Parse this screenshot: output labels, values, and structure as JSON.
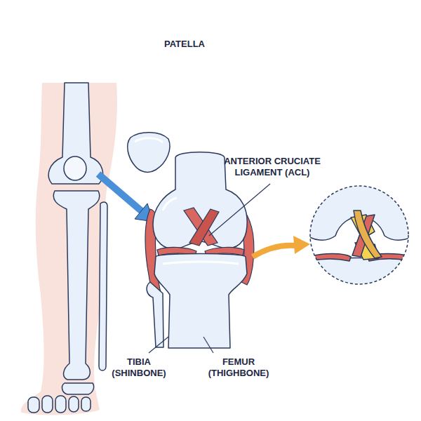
{
  "diagram": {
    "labels": [
      "PATELLA",
      "ANTERIOR CRUCIATE LIGAMENT (ACL)",
      "TIBIA (SHINBONE)",
      "FEMUR (THIGHBONE)"
    ]
  }
}
